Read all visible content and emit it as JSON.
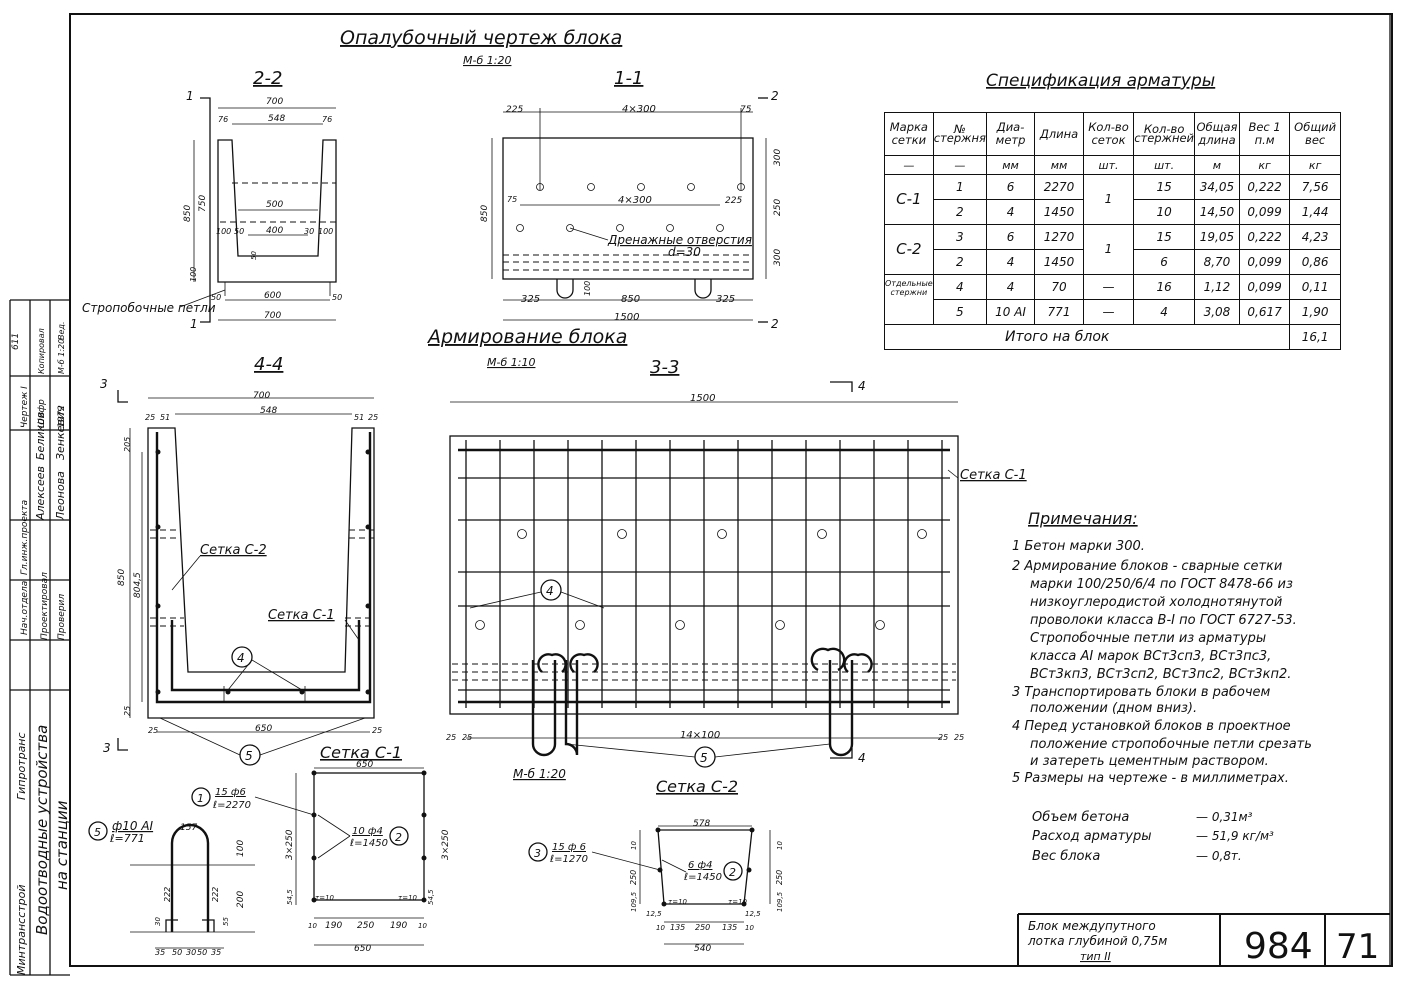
{
  "formwork": {
    "title": "Опалубочный чертеж блока",
    "scale": "М-б 1:20"
  },
  "reinforcement": {
    "title": "Армирование блока",
    "scale": "М-б 1:10",
    "scale2": "М-б 1:20"
  },
  "sections": {
    "s22": "2-2",
    "s11": "1-1",
    "s44": "4-4",
    "s33": "3-3",
    "n1": "1",
    "n2": "2",
    "n3": "3",
    "n4": "4"
  },
  "dims": {
    "d700": "700",
    "d548": "548",
    "d76": "76",
    "d500": "500",
    "d400": "400",
    "d100": "100",
    "d50": "50",
    "d600": "600",
    "d850": "850",
    "d750": "750",
    "d30": "30",
    "d225": "225",
    "d4x300": "4×300",
    "d75": "75",
    "d300": "300",
    "d250": "250",
    "d325": "325",
    "d1500": "1500",
    "d25": "25",
    "d51": "51",
    "d205": "205",
    "d8045": "804,5",
    "d650": "650",
    "d14x100": "14×100",
    "d157": "157",
    "d222": "222",
    "d200": "200",
    "d35": "35",
    "d3x250": "3×250",
    "d545": "54,5",
    "d190": "190",
    "d10": "10",
    "d578": "578",
    "d1095": "109,5",
    "d135": "135",
    "d540": "540",
    "d1245": "12,5",
    "dt10": "τ=10",
    "d3x250b": "3×250",
    "d25b": "25",
    "d55": "55"
  },
  "labels": {
    "drain": "Дренажные отверстия",
    "drain_d": "d=30",
    "slings": "Стропобочные петли",
    "meshC1": "Сетка С-1",
    "meshC2": "Сетка С-2",
    "mark4": "4",
    "mark5": "5",
    "c1_title": "Сетка С-1",
    "c2_title": "Сетка С-2",
    "c1_bars": {
      "m1": "1",
      "m1_txt": "15 ф6",
      "m1_len": "ℓ=2270",
      "m2": "2",
      "m2_txt": "10 ф4",
      "m2_len": "ℓ=1450"
    },
    "c2_bars": {
      "m3": "3",
      "m3_txt": "15 ф 6",
      "m3_len": "ℓ=1270",
      "m2": "2",
      "m2_txt": "6 ф4",
      "m2_len": "ℓ=1450"
    },
    "loop": {
      "m5": "5",
      "txt": "ф10 AI",
      "len": "ℓ=771"
    }
  },
  "spec": {
    "title": "Спецификация арматуры",
    "headers": [
      "Марка сетки",
      "№ стержня",
      "Диа-метр",
      "Длина",
      "Кол-во сеток",
      "Кол-во стержней",
      "Общая длина",
      "Вес 1 п.м",
      "Общий вес"
    ],
    "units": [
      "—",
      "—",
      "мм",
      "мм",
      "шт.",
      "шт.",
      "м",
      "кг",
      "кг"
    ],
    "rows": [
      {
        "mark": "С-1",
        "num": "1",
        "dia": "6",
        "len": "2270",
        "nm": "1",
        "nb": "15",
        "tot": "34,05",
        "w": "0,222",
        "tw": "7,56"
      },
      {
        "num": "2",
        "dia": "4",
        "len": "1450",
        "nb": "10",
        "tot": "14,50",
        "w": "0,099",
        "tw": "1,44"
      },
      {
        "mark": "С-2",
        "num": "3",
        "dia": "6",
        "len": "1270",
        "nm": "1",
        "nb": "15",
        "tot": "19,05",
        "w": "0,222",
        "tw": "4,23"
      },
      {
        "num": "2",
        "dia": "4",
        "len": "1450",
        "nb": "6",
        "tot": "8,70",
        "w": "0,099",
        "tw": "0,86"
      },
      {
        "mark": "Отдельные стержни",
        "num": "4",
        "dia": "4",
        "len": "70",
        "nm": "—",
        "nb": "16",
        "tot": "1,12",
        "w": "0,099",
        "tw": "0,11"
      },
      {
        "num": "5",
        "dia": "10 AI",
        "len": "771",
        "nm": "—",
        "nb": "4",
        "tot": "3,08",
        "w": "0,617",
        "tw": "1,90"
      }
    ],
    "total_label": "Итого на блок",
    "total": "16,1"
  },
  "notes": {
    "title": "Примечания:",
    "n1": "1  Бетон марки 300.",
    "n2a": "2  Армирование блоков - сварные сетки",
    "n2b": "марки 100/250/6/4 по ГОСТ 8478-66 из",
    "n2c": "низкоуглеродистой холоднотянутой",
    "n2d": "проволоки класса В-I по ГОСТ 6727-53.",
    "n2e": "Стропобочные петли из арматуры",
    "n2f": "класса AI марок ВСт3сп3, ВСт3пс3,",
    "n2g": "ВСт3кп3, ВСт3сп2, ВСт3пс2, ВСт3кп2.",
    "n3a": "3  Транспортировать блоки в рабочем",
    "n3b": "положении (дном вниз).",
    "n4a": "4  Перед установкой блоков в проектное",
    "n4b": "положение стропобочные петли срезать",
    "n4c": "и затереть цементным раствором.",
    "n5": "5  Размеры на чертеже - в миллиметрах.",
    "vol_l": "Объем  бетона",
    "vol_v": "— 0,31м³",
    "cons_l": "Расход  арматуры",
    "cons_v": "— 51,9 кг/м³",
    "wt_l": "Вес  блока",
    "wt_v": "— 0,8т."
  },
  "titleblock": {
    "name1": "Блок междупутного",
    "name2": "лотка глубиной 0,75м",
    "name3": "тип II",
    "sheet": "984",
    "num": "71"
  },
  "stamp": {
    "proj1": "Водоотводные устройства",
    "proj2": "на станции",
    "r1a": "Нач.отдела",
    "r1b": "Алексеев",
    "r1c": "Чертеж I",
    "r2a": "Гл.инж.проекта",
    "r2b": "Беликов",
    "r2c": "Шифр",
    "r3a": "Проектировал",
    "r3b": "Леонова",
    "r3c": "1972",
    "r4a": "Проверил",
    "r4b": "Зенкевич",
    "r4c": "М-б 1:20",
    "org1": "Минтрансстрой",
    "org2": "Гипротранс",
    "col1": "611",
    "col2": "Копировал",
    "col3": "Вед."
  }
}
